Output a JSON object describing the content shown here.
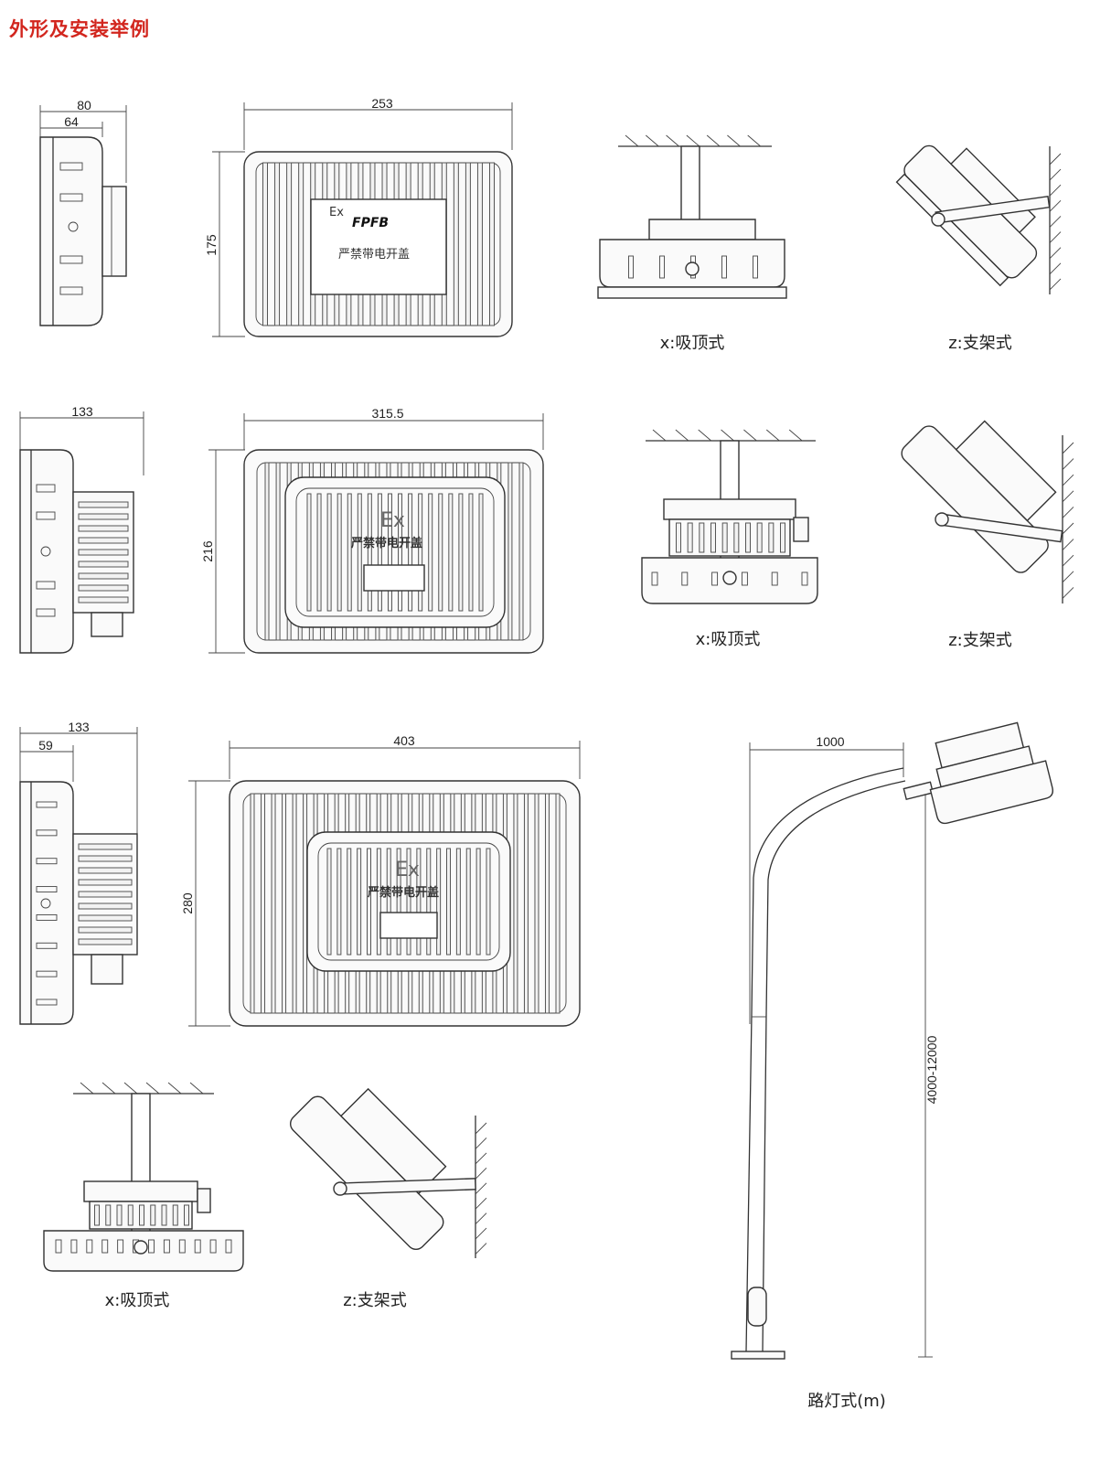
{
  "title": {
    "text": "外形及安装举例",
    "color": "#d2261e"
  },
  "row1": {
    "side_dims": {
      "overall": "80",
      "inner": "64"
    },
    "front_dims": {
      "width": "253",
      "height": "175"
    },
    "front_plate": {
      "brand": "FPFB",
      "ex": "Ex",
      "warning": "严禁带电开盖"
    },
    "ceiling_caption": "x:吸顶式",
    "bracket_caption": "z:支架式"
  },
  "row2": {
    "side_dims": {
      "overall": "133"
    },
    "front_dims": {
      "width": "315.5",
      "height": "216"
    },
    "front_plate": {
      "ex": "Ex",
      "warning": "严禁带电开盖"
    },
    "ceiling_caption": "x:吸顶式",
    "bracket_caption": "z:支架式"
  },
  "row3": {
    "side_dims": {
      "overall": "133",
      "inner": "59"
    },
    "front_dims": {
      "width": "403",
      "height": "280"
    },
    "front_plate": {
      "ex": "Ex",
      "warning": "严禁带电开盖"
    },
    "ceiling_caption": "x:吸顶式",
    "bracket_caption": "z:支架式"
  },
  "pole": {
    "arm_dim": "1000",
    "height_dim": "4000-12000",
    "caption": "路灯式(m)"
  },
  "colors": {
    "line": "#333333",
    "title": "#d2261e"
  },
  "icons": {
    "arrowhead": "dimension-arrow-icon",
    "bolt": "bolt-icon",
    "hatch": "ceiling-hatch-icon"
  }
}
